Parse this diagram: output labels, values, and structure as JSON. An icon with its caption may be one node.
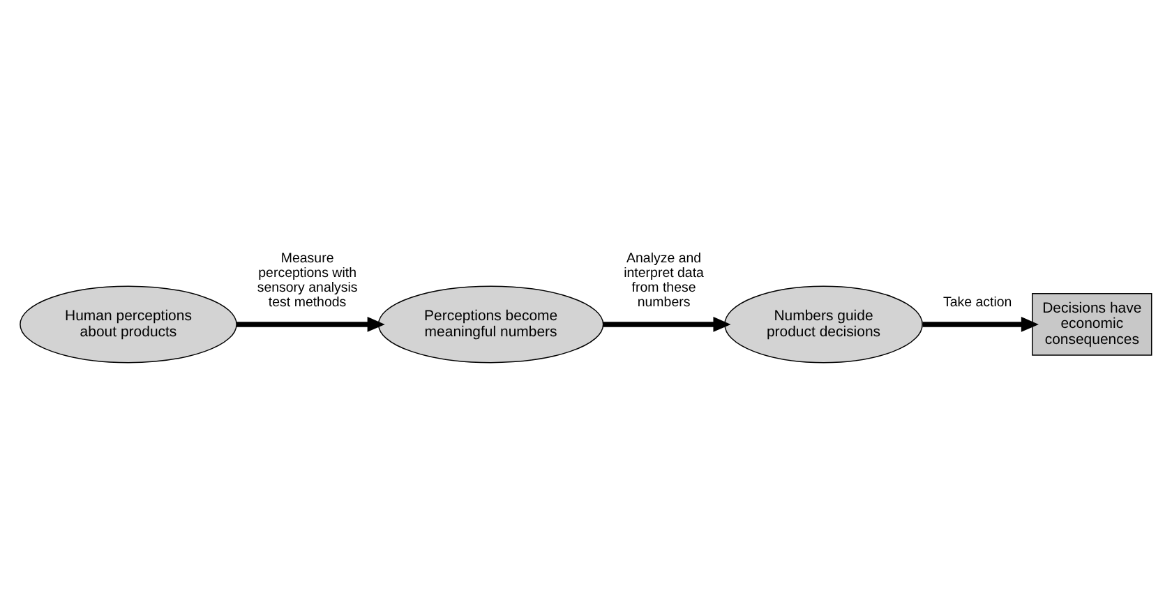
{
  "diagram": {
    "nodes": [
      {
        "text": [
          "Human perceptions about products"
        ]
      },
      {
        "text": [
          "Perceptions become meaningful numbers"
        ]
      },
      {
        "text": [
          "Numbers guide product decisions"
        ]
      },
      {
        "text": [
          "Decisions have economic consequences"
        ]
      }
    ],
    "edges": [
      {
        "from": 0,
        "to": 1,
        "arrow": "to",
        "label": "Measure perceptions with sensory analysis test methods"
      },
      {
        "from": 1,
        "to": 2,
        "arrow": "to",
        "label": "Analyze and interpret data from these numbers"
      },
      {
        "from": 2,
        "to": 3,
        "arrow": "to",
        "label": "Take action"
      }
    ]
  }
}
